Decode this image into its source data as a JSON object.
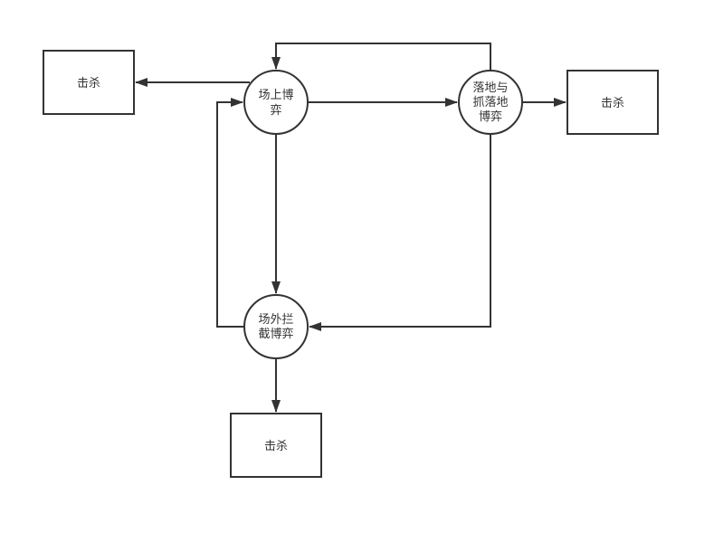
{
  "diagram": {
    "nodes": {
      "kill_left": {
        "lines": [
          "击杀"
        ]
      },
      "on_field": {
        "lines": [
          "场上博",
          "弈"
        ]
      },
      "landing": {
        "lines": [
          "落地与",
          "抓落地",
          "博弈"
        ]
      },
      "kill_right": {
        "lines": [
          "击杀"
        ]
      },
      "off_field": {
        "lines": [
          "场外拦",
          "截博弈"
        ]
      },
      "kill_bottom": {
        "lines": [
          "击杀"
        ]
      }
    }
  }
}
